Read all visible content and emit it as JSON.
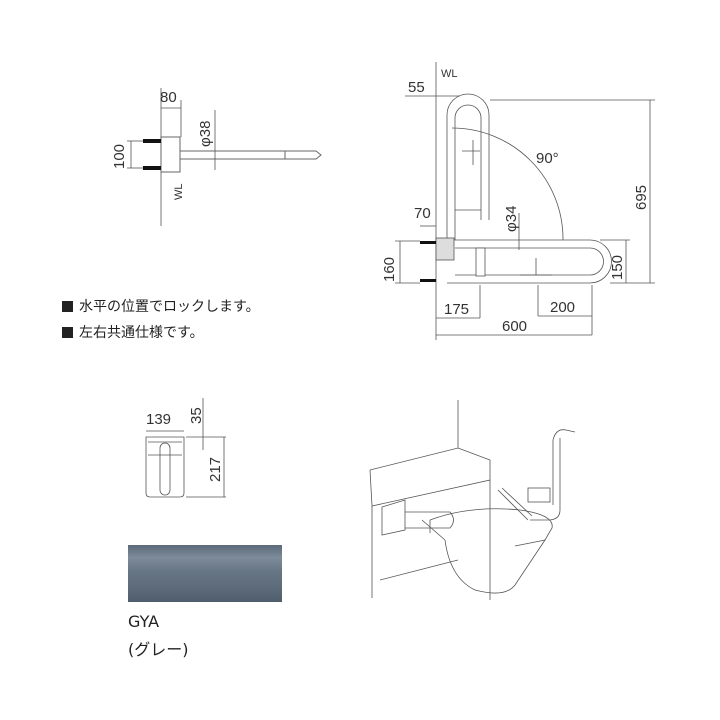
{
  "top_view": {
    "width": "80",
    "height": "100",
    "diameter": "φ38",
    "wl": "WL"
  },
  "elevation": {
    "wl": "WL",
    "offset": "55",
    "angle": "90°",
    "overall_height": "695",
    "diameter": "φ34",
    "bracket": "70",
    "bracket_height": "160",
    "pipe_span": "150",
    "pivot": "175",
    "leg": "200",
    "length": "600"
  },
  "notes": [
    "水平の位置でロックします。",
    "左右共通仕様です。"
  ],
  "plate_view": {
    "width": "139",
    "offset": "35",
    "height": "217"
  },
  "color": {
    "code": "GYA",
    "name": "(グレー)",
    "swatch": "#687786"
  }
}
